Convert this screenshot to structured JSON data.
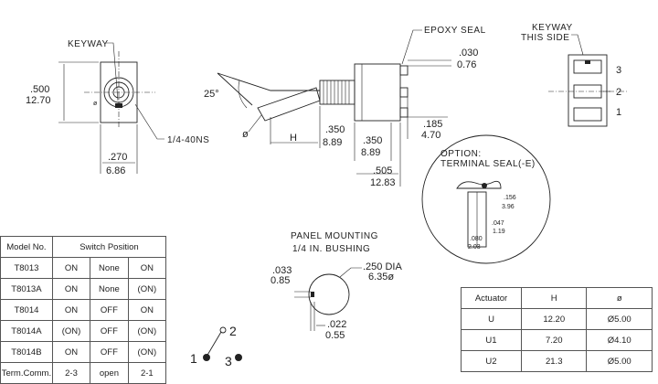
{
  "labels": {
    "keyway": "KEYWAY",
    "keyway_this_side_1": "KEYWAY",
    "keyway_this_side_2": "THIS SIDE",
    "epoxy_seal": "EPOXY  SEAL",
    "thread": "1/4-40NS",
    "angle": "25°",
    "phi": "ø",
    "h": "H",
    "option_1": "OPTION:",
    "option_2": "TERMINAL SEAL(-E)",
    "panel_mounting_1": "PANEL MOUNTING",
    "panel_mounting_2": "1/4 IN. BUSHING",
    "terminal_3": "3",
    "terminal_2": "2",
    "terminal_1": "1",
    "sym_1": "1",
    "sym_2": "2",
    "sym_3": "3"
  },
  "dimensions": {
    "d500_in": ".500",
    "d500_mm": "12.70",
    "d270_in": ".270",
    "d270_mm": "6.86",
    "d350a_in": ".350",
    "d350a_mm": "8.89",
    "d350b_in": ".350",
    "d350b_mm": "8.89",
    "d505_in": ".505",
    "d505_mm": "12.83",
    "d030_in": ".030",
    "d030_mm": "0.76",
    "d185_in": ".185",
    "d185_mm": "4.70",
    "d156_in": ".156",
    "d156_mm": "3.96",
    "d047_in": ".047",
    "d047_mm": "1.19",
    "d080_in": ".080",
    "d080_mm": "2.03",
    "d033_in": ".033",
    "d033_mm": "0.85",
    "d250_in": ".250 DIA",
    "d250_mm": "6.35ø",
    "d022_in": ".022",
    "d022_mm": "0.55"
  },
  "model_table": {
    "headers": [
      "Model No.",
      "Switch Position"
    ],
    "rows": [
      [
        "T8013",
        "ON",
        "None",
        "ON"
      ],
      [
        "T8013A",
        "ON",
        "None",
        "(ON)"
      ],
      [
        "T8014",
        "ON",
        "OFF",
        "ON"
      ],
      [
        "T8014A",
        "(ON)",
        "OFF",
        "(ON)"
      ],
      [
        "T8014B",
        "ON",
        "OFF",
        "(ON)"
      ],
      [
        "Term.Comm.",
        "2-3",
        "open",
        "2-1"
      ]
    ]
  },
  "actuator_table": {
    "headers": [
      "Actuator",
      "H",
      "ø"
    ],
    "rows": [
      [
        "U",
        "12.20",
        "Ø5.00"
      ],
      [
        "U1",
        "7.20",
        "Ø4.10"
      ],
      [
        "U2",
        "21.3",
        "Ø5.00"
      ]
    ]
  }
}
